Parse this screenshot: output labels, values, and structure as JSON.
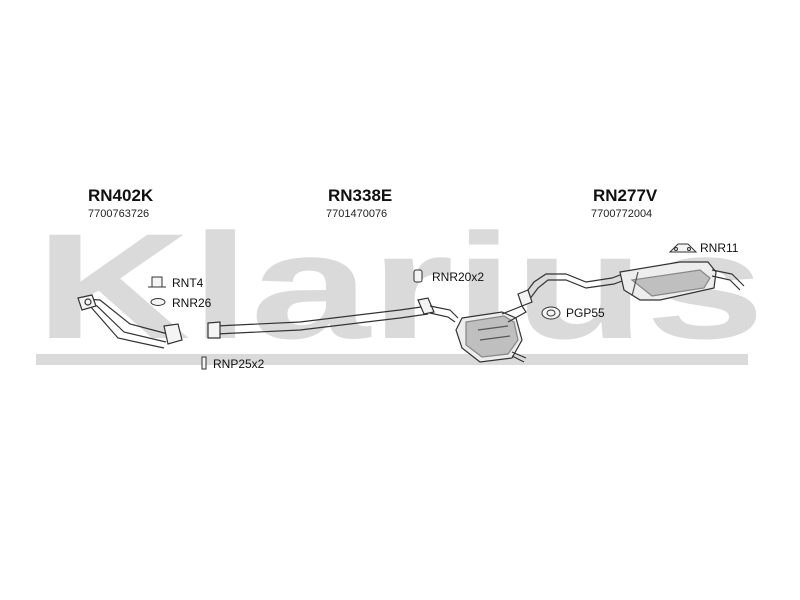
{
  "watermark": {
    "text": "Klarius",
    "color": "#d9d9d9"
  },
  "parts": [
    {
      "code": "RN402K",
      "number": "7700763726"
    },
    {
      "code": "RN338E",
      "number": "7701470076"
    },
    {
      "code": "RN277V",
      "number": "7700772004"
    }
  ],
  "accessories": {
    "rnt4": "RNT4",
    "rnr26": "RNR26",
    "rnp25": "RNP25x2",
    "rnr20": "RNR20x2",
    "rnr11": "RNR11",
    "pgp55": "PGP55"
  },
  "colors": {
    "line": "#333333",
    "fill": "#f4f4f4",
    "shade": "#9a9a9a"
  }
}
